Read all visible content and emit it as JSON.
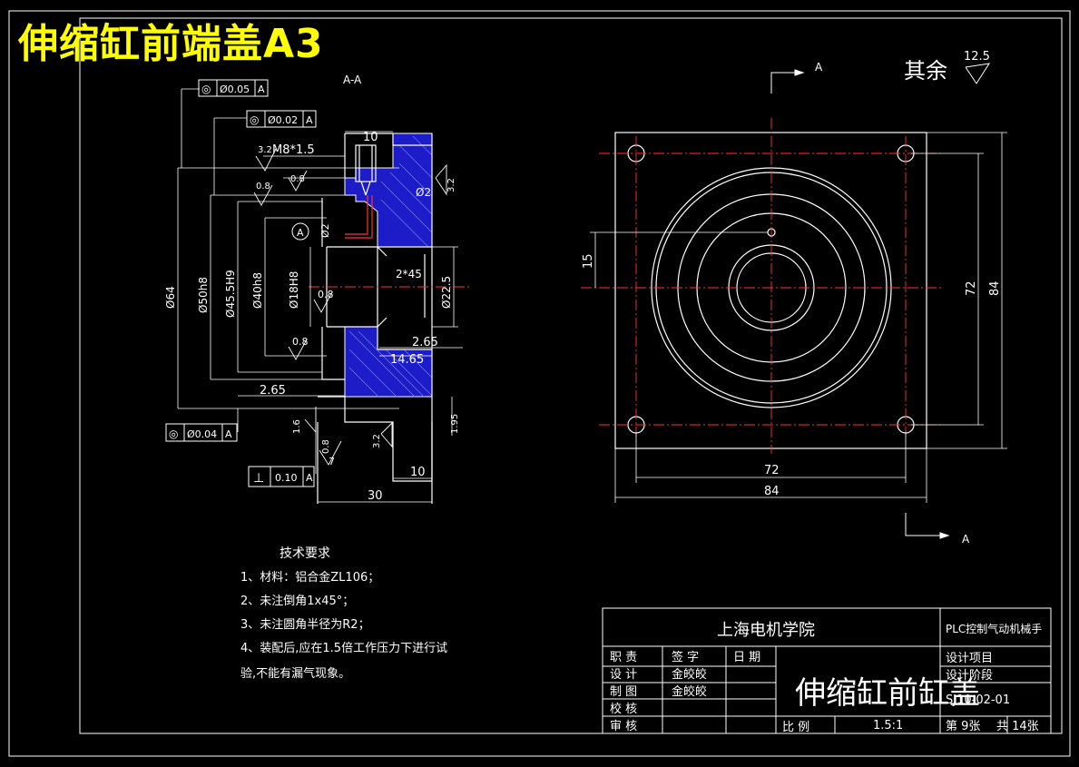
{
  "watermark_title": "伸缩缸前端盖A3",
  "section_label": "A-A",
  "surface_note": {
    "text": "其余",
    "value": "12.5"
  },
  "cut_markers": {
    "top": "A",
    "bottom": "A"
  },
  "tolerances": {
    "top1": {
      "symbol": "◎",
      "value": "Ø0.05",
      "datum": "A"
    },
    "top2": {
      "symbol": "◎",
      "value": "Ø0.02",
      "datum": "A"
    },
    "bottom1": {
      "symbol": "◎",
      "value": "Ø0.04",
      "datum": "A"
    },
    "perp": {
      "symbol": "⊥",
      "value": "0.10",
      "datum": "A"
    }
  },
  "datum_label": "A",
  "section_dims": {
    "top_width": "10",
    "thread": "M8*1.5",
    "rough_32_a": "3.2",
    "rough_08_a": "0.8",
    "rough_08_b": "0.8",
    "rough_32_b": "3.2",
    "rough_08_c": "0.8",
    "rough_08_d": "0.8",
    "rough_16": "1.6",
    "rough_32_c": "3.2",
    "rough_08_e": "0.8",
    "d_phi2_a": "Ø2",
    "d_phi2_b": "Ø2",
    "d_64": "Ø64",
    "d_50": "Ø50h8",
    "d_455": "Ø45.5H9",
    "d_40": "Ø40h8",
    "d_18": "Ø18H8",
    "chamfer": "2*45",
    "d_225": "Ø22.5",
    "d_265_a": "2.65",
    "d_1465": "14.65",
    "d_265_b": "2.65",
    "d_195": "1.95",
    "d_10_bottom": "10",
    "d_30": "30",
    "d_7": "7"
  },
  "plan_dims": {
    "h15": "15",
    "h72": "72",
    "h84": "84",
    "w72": "72",
    "w84": "84"
  },
  "tech_requirements": {
    "title": "技术要求",
    "items": [
      "1、材料：铝合金ZL106；",
      "2、未注倒角1x45°；",
      "3、未注圆角半径为R2；",
      "4、装配后,应在1.5倍工作压力下进行试",
      "验,不能有漏气现象。"
    ]
  },
  "title_block": {
    "school": "上海电机学院",
    "project": "PLC控制气动机械手",
    "part_name": "伸缩缸前缸盖",
    "design_project": "设计项目",
    "design_stage": "设计阶段",
    "drawing_no": "SJ10-02-01",
    "roles": [
      "职 责",
      "设 计",
      "制 图",
      "校 核",
      "审 核"
    ],
    "sign_header": "签 字",
    "date_header": "日 期",
    "designer": "金皎皎",
    "drafter": "金皎皎",
    "scale_label": "比 例",
    "scale_value": "1.5:1",
    "sheet": "第 9张",
    "total": "共 14张"
  }
}
